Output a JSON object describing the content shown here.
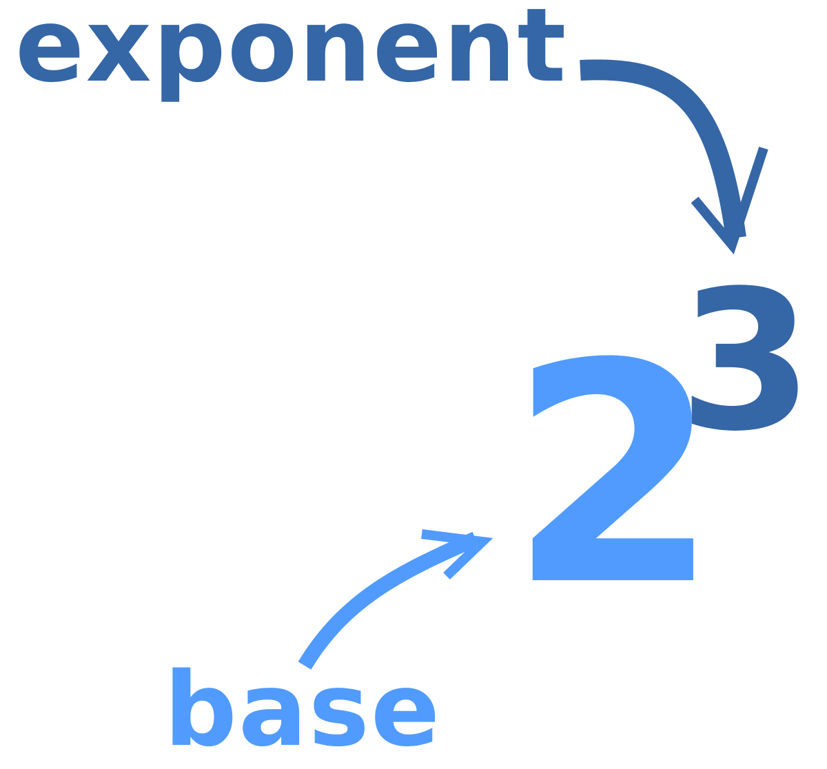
{
  "diagram": {
    "labels": {
      "exponent": "exponent",
      "base": "base"
    },
    "expression": {
      "base_value": "2",
      "exponent_value": "3"
    },
    "colors": {
      "exponent": "#3566a6",
      "base": "#519bfe",
      "background": "#ffffff"
    }
  }
}
